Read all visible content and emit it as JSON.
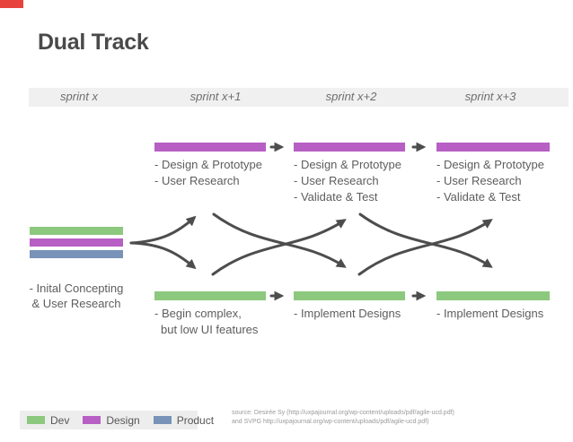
{
  "title": "Dual Track",
  "header": {
    "sprints": [
      "sprint x",
      "sprint x+1",
      "sprint x+2",
      "sprint x+3"
    ]
  },
  "design_track": {
    "columns": [
      {
        "lines": [
          "- Design & Prototype",
          "- User Research"
        ]
      },
      {
        "lines": [
          "- Design & Prototype",
          "- User Research",
          "- Validate & Test"
        ]
      },
      {
        "lines": [
          "- Design & Prototype",
          "- User Research",
          "- Validate & Test"
        ]
      }
    ]
  },
  "dev_track": {
    "columns": [
      {
        "lines": [
          "- Begin complex,",
          "but low UI features"
        ]
      },
      {
        "lines": [
          "- Implement Designs"
        ]
      },
      {
        "lines": [
          "- Implement Designs"
        ]
      }
    ]
  },
  "initial": {
    "lines": [
      "- Inital Concepting",
      "& User Research"
    ]
  },
  "legend": {
    "items": [
      {
        "label": "Dev",
        "color": "#8cc87d"
      },
      {
        "label": "Design",
        "color": "#b75fc4"
      },
      {
        "label": "Product",
        "color": "#7892b8"
      }
    ]
  },
  "source": {
    "lines": [
      "source: Desirée Sy (http://uxpajournal.org/wp-content/uploads/pdf/agile-ucd.pdf)",
      "and SVPG http://uxpajournal.org/wp-content/uploads/pdf/agile-ucd.pdf)"
    ]
  },
  "colors": {
    "dev_green": "#8cc87d",
    "design_purple": "#b75fc4",
    "product_blue": "#7892b8",
    "arrow_gray": "#4d4d4d",
    "corner_red": "#e8423c"
  }
}
